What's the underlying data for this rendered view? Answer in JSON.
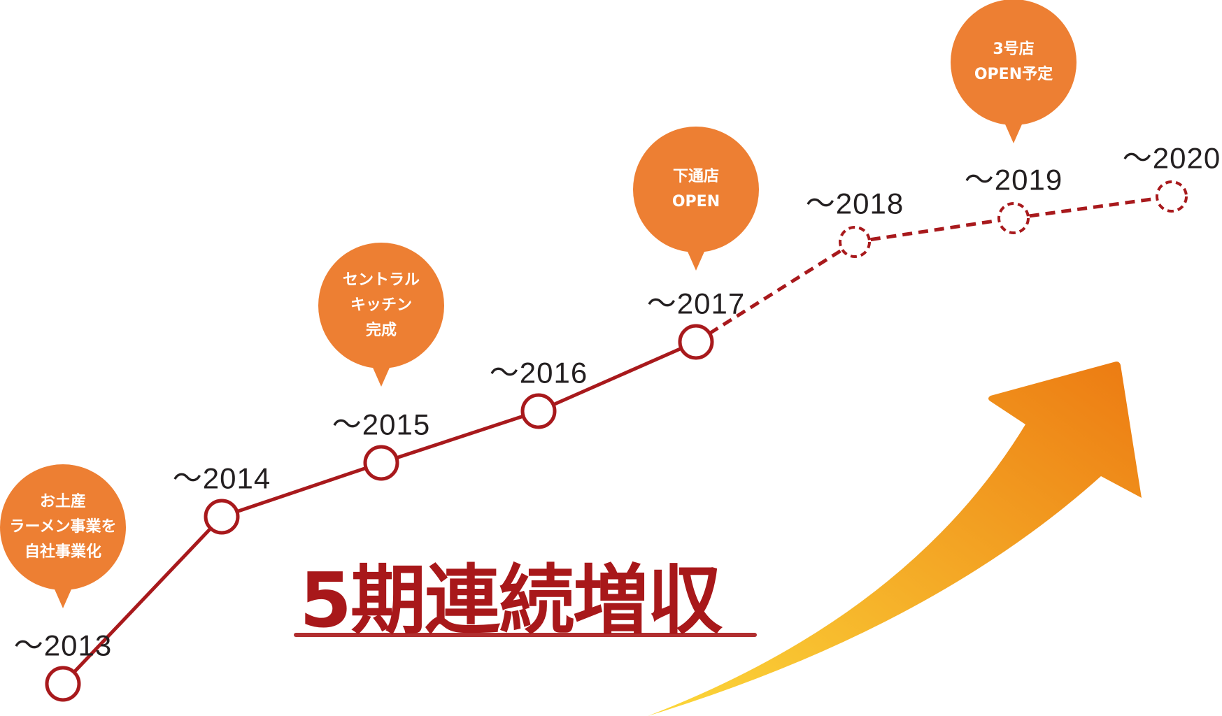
{
  "headline": "5期連続増収",
  "colors": {
    "line": "#A8191C",
    "bubble": "#ED7F33",
    "arrow_start": "#FCD83A",
    "arrow_end": "#EC7A12"
  },
  "timeline": [
    {
      "label": "～2013",
      "planned": false,
      "bubble": "お土産\nラーメン事業を\n自社事業化"
    },
    {
      "label": "～2014",
      "planned": false
    },
    {
      "label": "～2015",
      "planned": false,
      "bubble": "セントラル\nキッチン\n完成"
    },
    {
      "label": "～2016",
      "planned": false
    },
    {
      "label": "～2017",
      "planned": false,
      "bubble": "下通店\nOPEN"
    },
    {
      "label": "～2018",
      "planned": true
    },
    {
      "label": "～2019",
      "planned": true,
      "bubble": "3号店\nOPEN予定"
    },
    {
      "label": "～2020",
      "planned": true
    }
  ]
}
